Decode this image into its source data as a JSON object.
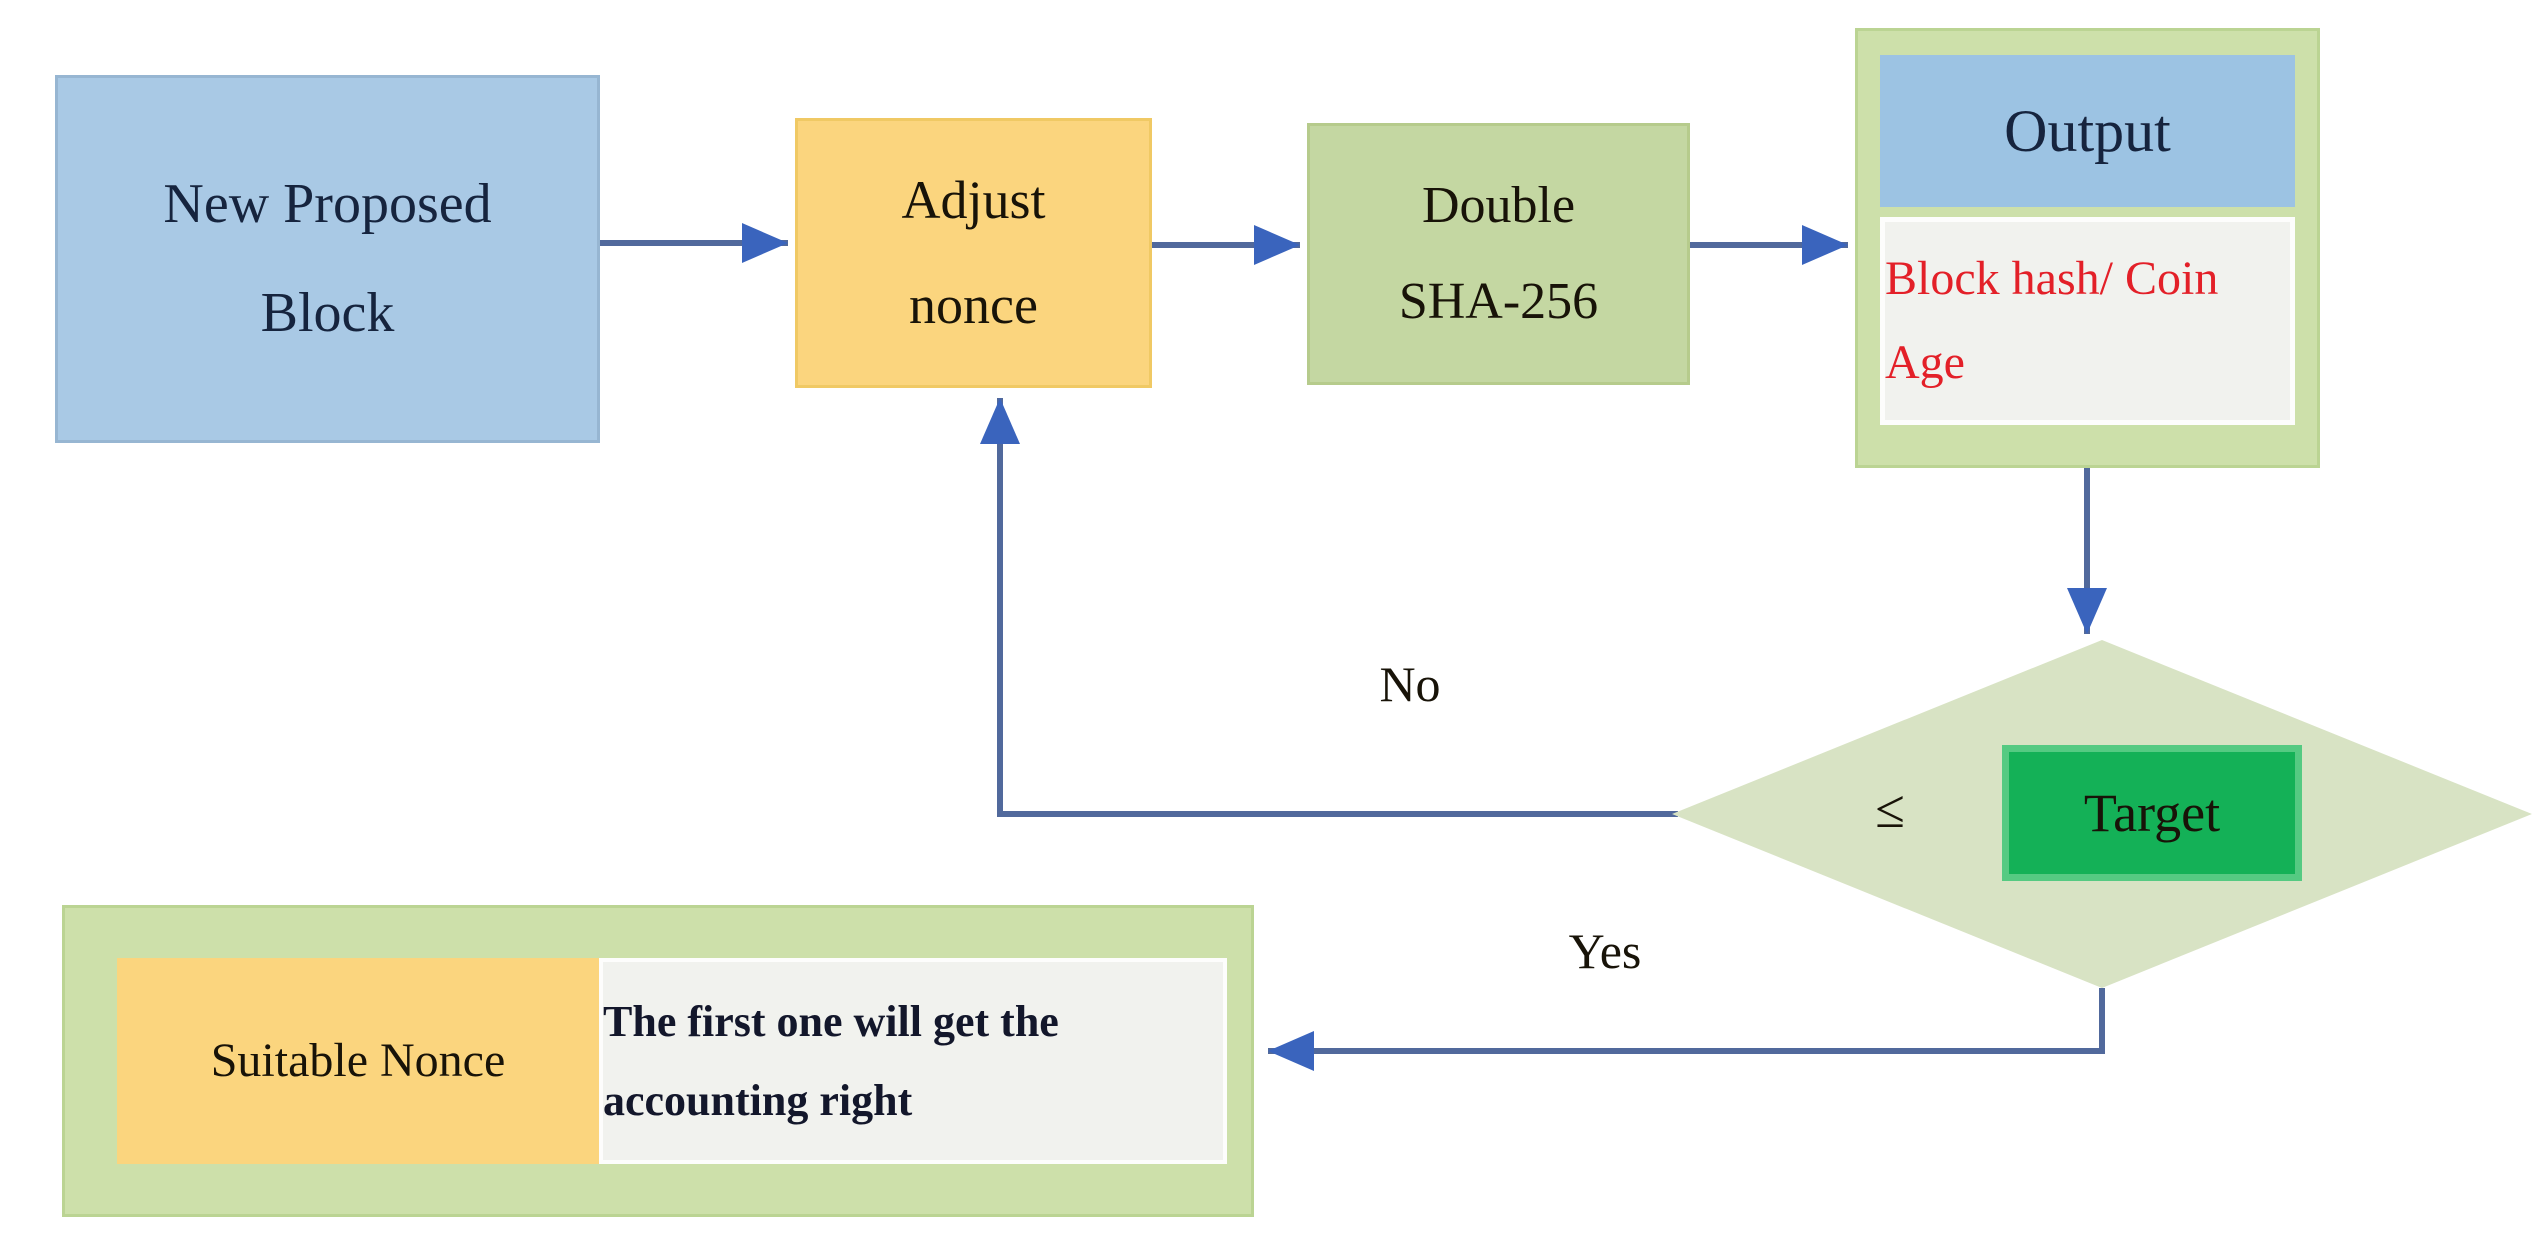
{
  "colors": {
    "blue_node": "#a9c9e5",
    "blue_node_border": "#97b6d2",
    "yellow_node": "#fbd57e",
    "yellow_node_border": "#f0c964",
    "green_node": "#c4d7a2",
    "green_node_border": "#b6cb8c",
    "container_green": "#cde0aa",
    "container_border": "#bbd493",
    "output_header": "#9cc3e3",
    "panel_white": "#f1f2ee",
    "panel_border": "#fdfdfc",
    "diamond_fill": "#d8e3c4",
    "target_green": "#14b157",
    "target_border": "#55ca82",
    "red_text": "#e32028",
    "text_navy": "#16243e",
    "text_black": "#181308",
    "text_note": "#13172b",
    "arrow_line": "#51699c",
    "arrow_head": "#3a64bd"
  },
  "nodes": {
    "new_proposed_block": {
      "label": "New Proposed\nBlock"
    },
    "adjust_nonce": {
      "label": "Adjust\nnonce"
    },
    "double_sha256": {
      "label": "Double\nSHA-256"
    },
    "output": {
      "header": "Output",
      "body": "Block hash/\nCoin Age"
    },
    "decision": {
      "operator": "≤",
      "target": "Target"
    },
    "result": {
      "nonce_label": "Suitable\nNonce",
      "note": "The first one will get the\naccounting right"
    }
  },
  "edge_labels": {
    "no": "No",
    "yes": "Yes"
  }
}
